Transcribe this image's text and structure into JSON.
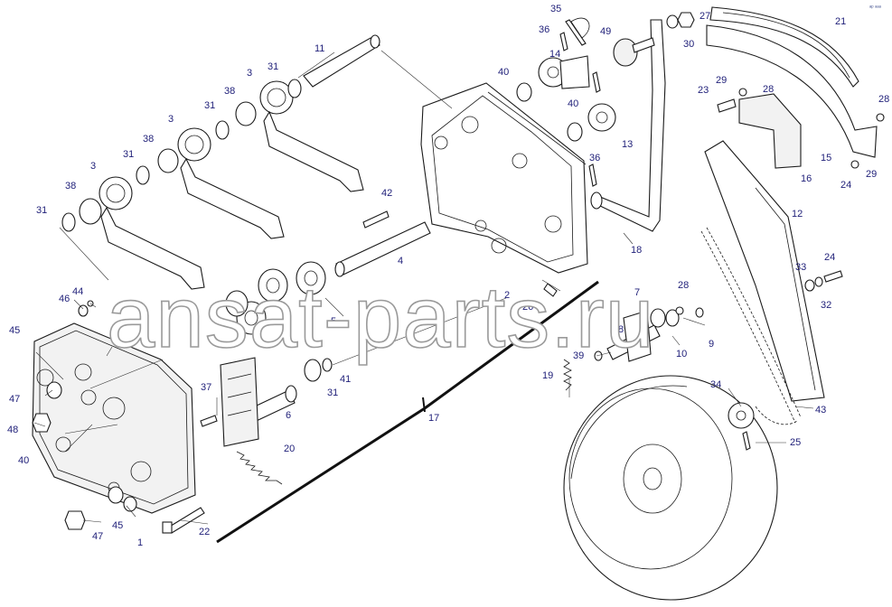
{
  "watermark": "ansat-parts.ru",
  "corner_logo": "ᵃᵖ ᵃᵃᵃ",
  "callouts": [
    "1",
    "2",
    "3",
    "4",
    "5",
    "6",
    "7",
    "8",
    "9",
    "10",
    "11",
    "12",
    "13",
    "14",
    "15",
    "16",
    "17",
    "18",
    "19",
    "20",
    "21",
    "22",
    "23",
    "24",
    "25",
    "26",
    "27",
    "28",
    "29",
    "30",
    "31",
    "32",
    "33",
    "34",
    "35",
    "36",
    "37",
    "38",
    "39",
    "40",
    "41",
    "42",
    "43",
    "44",
    "45",
    "46",
    "47",
    "48",
    "49"
  ],
  "labels": [
    {
      "t": "35"
    },
    {
      "t": "36"
    },
    {
      "t": "49"
    },
    {
      "t": "27"
    },
    {
      "t": "30"
    },
    {
      "t": "21"
    },
    {
      "t": "11"
    },
    {
      "t": "14"
    },
    {
      "t": "40"
    },
    {
      "t": "31"
    },
    {
      "t": "3"
    },
    {
      "t": "38"
    },
    {
      "t": "29"
    },
    {
      "t": "28"
    },
    {
      "t": "23"
    },
    {
      "t": "28"
    },
    {
      "t": "31"
    },
    {
      "t": "3"
    },
    {
      "t": "40"
    },
    {
      "t": "13"
    },
    {
      "t": "15"
    },
    {
      "t": "16"
    },
    {
      "t": "29"
    },
    {
      "t": "24"
    },
    {
      "t": "38"
    },
    {
      "t": "31"
    },
    {
      "t": "3"
    },
    {
      "t": "36"
    },
    {
      "t": "38"
    },
    {
      "t": "31"
    },
    {
      "t": "42"
    },
    {
      "t": "12"
    },
    {
      "t": "18"
    },
    {
      "t": "4"
    },
    {
      "t": "24"
    },
    {
      "t": "33"
    },
    {
      "t": "32"
    },
    {
      "t": "46"
    },
    {
      "t": "44"
    },
    {
      "t": "2"
    },
    {
      "t": "26"
    },
    {
      "t": "28"
    },
    {
      "t": "7"
    },
    {
      "t": "8"
    },
    {
      "t": "5"
    },
    {
      "t": "45"
    },
    {
      "t": "9"
    },
    {
      "t": "39"
    },
    {
      "t": "10"
    },
    {
      "t": "41"
    },
    {
      "t": "31"
    },
    {
      "t": "19"
    },
    {
      "t": "37"
    },
    {
      "t": "47"
    },
    {
      "t": "34"
    },
    {
      "t": "6"
    },
    {
      "t": "43"
    },
    {
      "t": "48"
    },
    {
      "t": "17"
    },
    {
      "t": "25"
    },
    {
      "t": "20"
    },
    {
      "t": "40"
    },
    {
      "t": "45"
    },
    {
      "t": "22"
    },
    {
      "t": "47"
    },
    {
      "t": "1"
    }
  ]
}
